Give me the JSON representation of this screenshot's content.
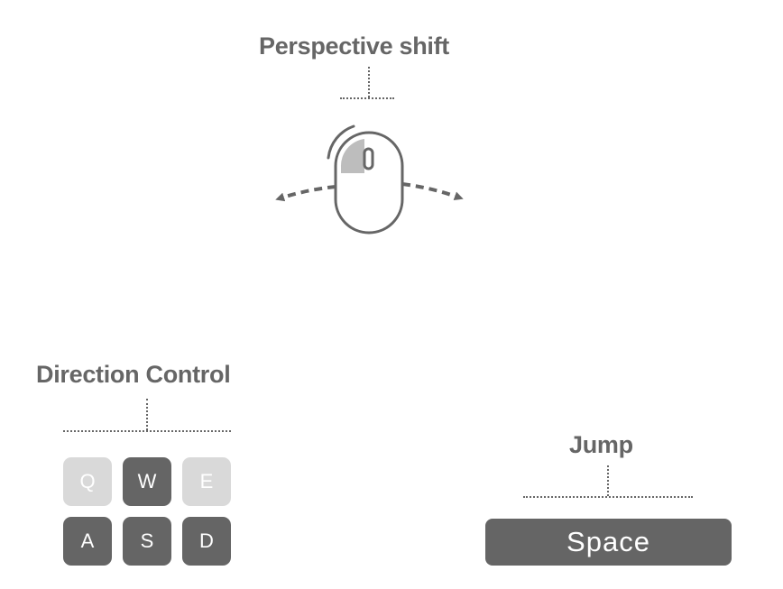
{
  "mouse": {
    "title": "Perspective shift"
  },
  "direction": {
    "title": "Direction Control",
    "keys": [
      {
        "label": "Q",
        "state": "inactive"
      },
      {
        "label": "W",
        "state": "active"
      },
      {
        "label": "E",
        "state": "inactive"
      },
      {
        "label": "A",
        "state": "active"
      },
      {
        "label": "S",
        "state": "active"
      },
      {
        "label": "D",
        "state": "active"
      }
    ]
  },
  "jump": {
    "title": "Jump",
    "key_label": "Space"
  },
  "colors": {
    "active_key": "#656565",
    "inactive_key": "#d9d9d9",
    "text": "#666666"
  }
}
